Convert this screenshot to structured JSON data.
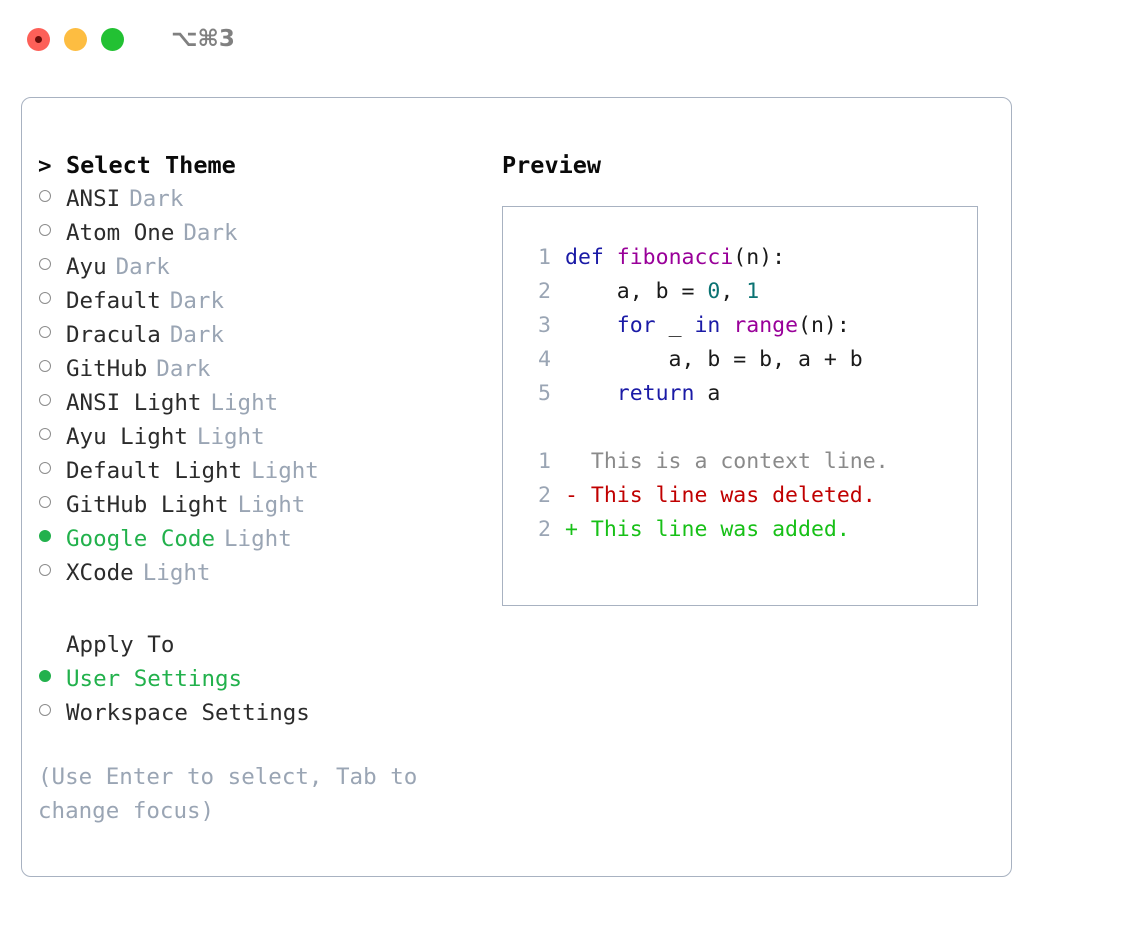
{
  "titlebar": {
    "shortcut": "⌥⌘3",
    "buttons": [
      {
        "name": "close",
        "color": "#fd6058"
      },
      {
        "name": "minimize",
        "color": "#fdbd41"
      },
      {
        "name": "maximize",
        "color": "#22c133"
      }
    ]
  },
  "theme_picker": {
    "header_marker": ">",
    "header_label": "Select Theme",
    "marker_on": "●",
    "marker_off": "○",
    "items": [
      {
        "label": "ANSI",
        "variant": "Dark",
        "selected": false
      },
      {
        "label": "Atom One",
        "variant": "Dark",
        "selected": false
      },
      {
        "label": "Ayu",
        "variant": "Dark",
        "selected": false
      },
      {
        "label": "Default",
        "variant": "Dark",
        "selected": false
      },
      {
        "label": "Dracula",
        "variant": "Dark",
        "selected": false
      },
      {
        "label": "GitHub",
        "variant": "Dark",
        "selected": false
      },
      {
        "label": "ANSI Light",
        "variant": "Light",
        "selected": false
      },
      {
        "label": "Ayu Light",
        "variant": "Light",
        "selected": false
      },
      {
        "label": "Default Light",
        "variant": "Light",
        "selected": false
      },
      {
        "label": "GitHub Light",
        "variant": "Light",
        "selected": false
      },
      {
        "label": "Google Code",
        "variant": "Light",
        "selected": true
      },
      {
        "label": "XCode",
        "variant": "Light",
        "selected": false
      }
    ]
  },
  "apply_to": {
    "heading": "Apply To",
    "items": [
      {
        "label": "User Settings",
        "selected": true
      },
      {
        "label": "Workspace Settings",
        "selected": false
      }
    ]
  },
  "hint": "(Use Enter to select, Tab to change focus)",
  "preview": {
    "title": "Preview",
    "code_lines": [
      {
        "no": "1",
        "tokens": [
          {
            "t": "def",
            "k": "kw"
          },
          {
            "t": " ",
            "k": "pl"
          },
          {
            "t": "fibonacci",
            "k": "fn"
          },
          {
            "t": "(n):",
            "k": "pl"
          }
        ]
      },
      {
        "no": "2",
        "tokens": [
          {
            "t": "    a, b = ",
            "k": "pl"
          },
          {
            "t": "0",
            "k": "num"
          },
          {
            "t": ", ",
            "k": "pl"
          },
          {
            "t": "1",
            "k": "num"
          }
        ]
      },
      {
        "no": "3",
        "tokens": [
          {
            "t": "    ",
            "k": "pl"
          },
          {
            "t": "for",
            "k": "kw"
          },
          {
            "t": " _ ",
            "k": "pl"
          },
          {
            "t": "in",
            "k": "kw"
          },
          {
            "t": " ",
            "k": "pl"
          },
          {
            "t": "range",
            "k": "fn"
          },
          {
            "t": "(n):",
            "k": "pl"
          }
        ]
      },
      {
        "no": "4",
        "tokens": [
          {
            "t": "        a, b = b, a + b",
            "k": "pl"
          }
        ]
      },
      {
        "no": "5",
        "tokens": [
          {
            "t": "    ",
            "k": "pl"
          },
          {
            "t": "return",
            "k": "kw"
          },
          {
            "t": " a",
            "k": "pl"
          }
        ]
      }
    ],
    "diff_lines": [
      {
        "no": "1",
        "sign": " ",
        "text": "This is a context line.",
        "kind": "ctx"
      },
      {
        "no": "2",
        "sign": "-",
        "text": "This line was deleted.",
        "kind": "del"
      },
      {
        "no": "2",
        "sign": "+",
        "text": "This line was added.",
        "kind": "add"
      }
    ]
  },
  "colors": {
    "accent_green": "#22b14c",
    "muted": "#9aa5b4",
    "border": "#a8b2c1",
    "keyword": "#1a1aa6",
    "function": "#990099",
    "number": "#0b7373",
    "diff_deleted": "#c00000",
    "diff_added": "#17c017",
    "diff_context": "#8a8a8a"
  }
}
